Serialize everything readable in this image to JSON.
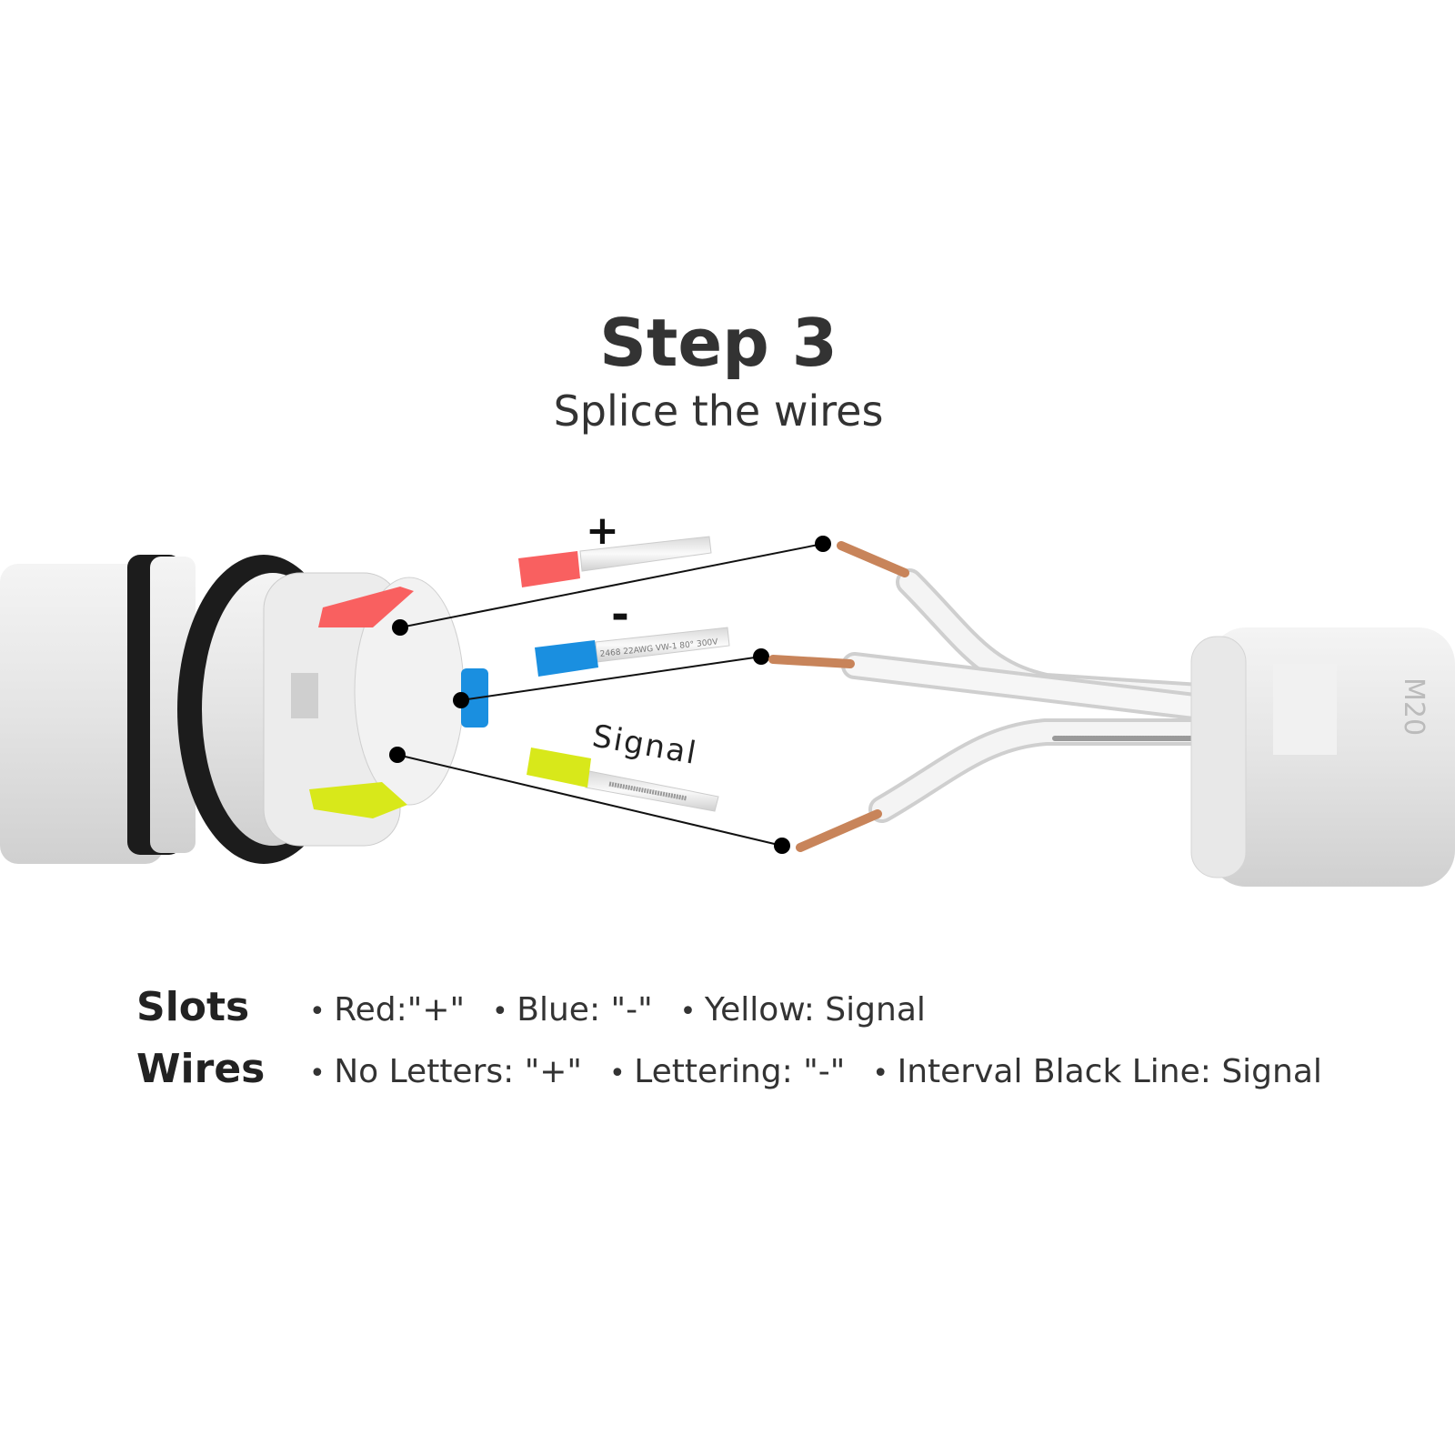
{
  "header": {
    "title": "Step 3",
    "subtitle": "Splice the wires"
  },
  "labels": {
    "plus": "+",
    "minus": "-",
    "signal": "Signal",
    "wire_print": "2468  22AWG  VW-1  80°  300V",
    "nut_marking": "M20"
  },
  "colors": {
    "red": "#f96060",
    "blue": "#1a8fe0",
    "yellow": "#d8e81a",
    "copper": "#c8845a"
  },
  "legend": {
    "slots": {
      "label": "Slots",
      "items": [
        "Red:\"+\"",
        "Blue: \"-\"",
        "Yellow: Signal"
      ]
    },
    "wires": {
      "label": "Wires",
      "items": [
        "No Letters: \"+\"",
        "Lettering: \"-\"",
        "Interval Black Line: Signal"
      ]
    }
  }
}
